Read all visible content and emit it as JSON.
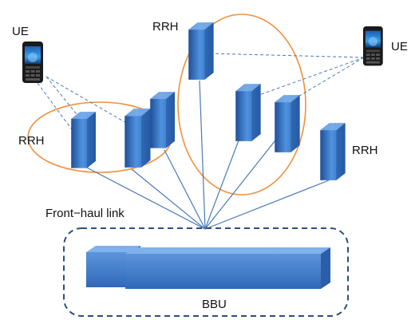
{
  "labels": {
    "ue_left": "UE",
    "ue_right": "UE",
    "rrh_top": "RRH",
    "rrh_left": "RRH",
    "rrh_right": "RRH",
    "fronthaul": "Front−haul link",
    "bbu": "BBU"
  },
  "colors": {
    "rrh_fill": "#3f7fd0",
    "rrh_dark": "#1f4f96",
    "cluster_ellipse": "#f0903a",
    "link_line": "#4b79b8",
    "wireless_dash": "#4b79b8",
    "bbu_border": "#2b4f7e",
    "bbu_fill": "#4f86cf",
    "phone_body": "#1a1a1a",
    "phone_screen": "#3aa0e8"
  },
  "icons": {
    "rrh": "radio-remote-head-icon",
    "ue": "mobile-phone-icon",
    "bbu": "baseband-unit-icon"
  }
}
